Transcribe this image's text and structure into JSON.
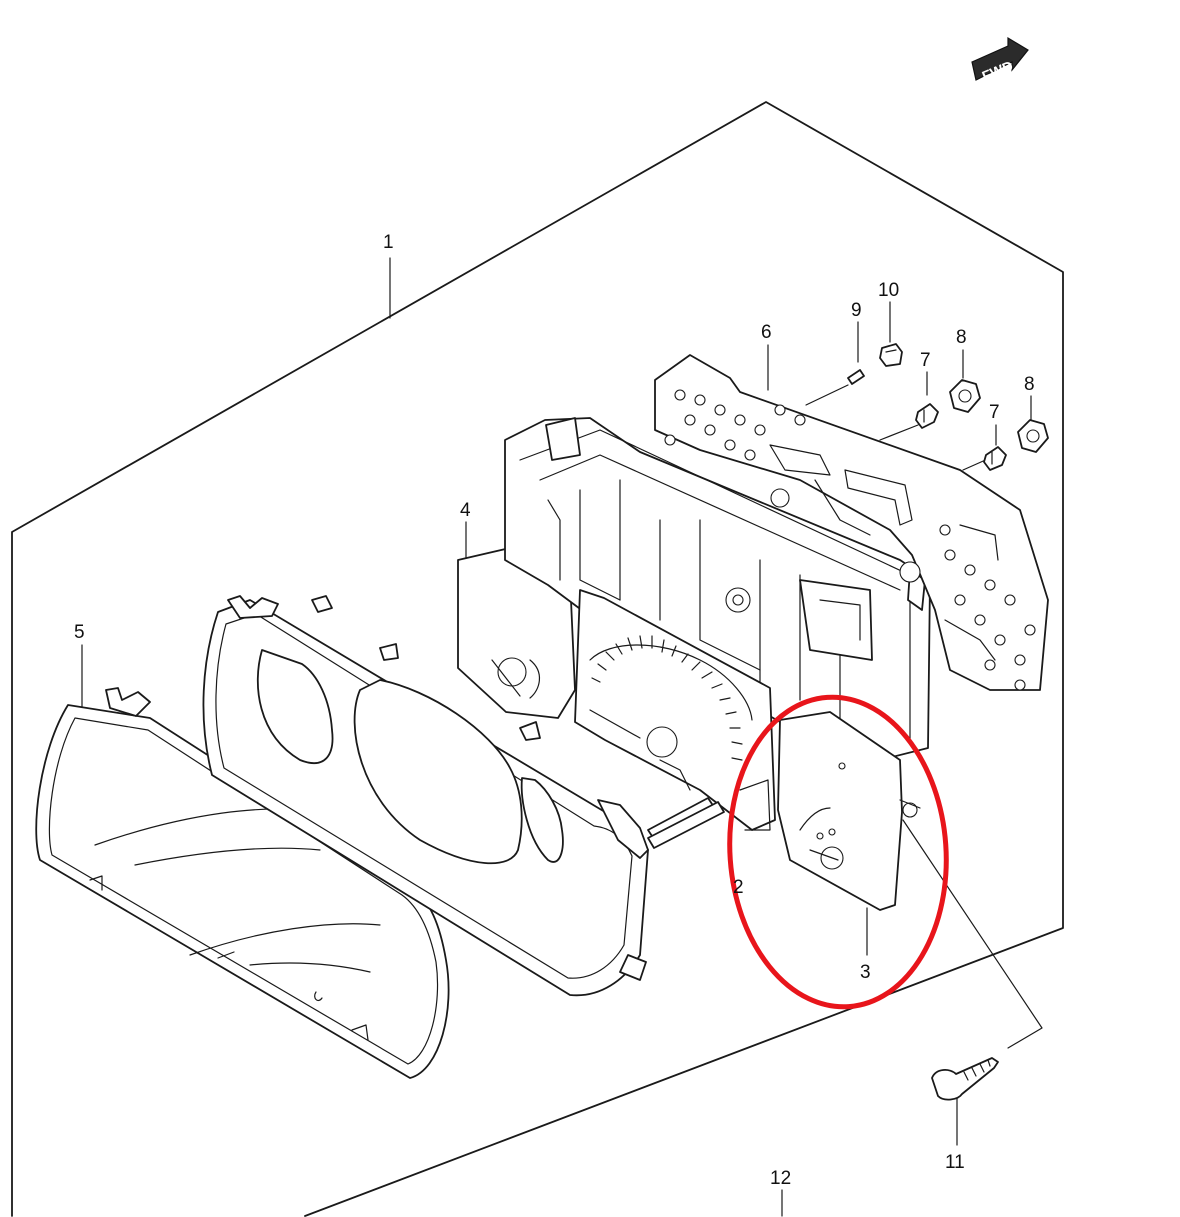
{
  "direction_badge": {
    "label": "FWD"
  },
  "callouts": [
    {
      "id": "1",
      "label": "1"
    },
    {
      "id": "2",
      "label": "2"
    },
    {
      "id": "3",
      "label": "3"
    },
    {
      "id": "4",
      "label": "4"
    },
    {
      "id": "5",
      "label": "5"
    },
    {
      "id": "6",
      "label": "6"
    },
    {
      "id": "7a",
      "label": "7"
    },
    {
      "id": "7b",
      "label": "7"
    },
    {
      "id": "8a",
      "label": "8"
    },
    {
      "id": "8b",
      "label": "8"
    },
    {
      "id": "9",
      "label": "9"
    },
    {
      "id": "10",
      "label": "10"
    },
    {
      "id": "11",
      "label": "11"
    },
    {
      "id": "12",
      "label": "12"
    }
  ],
  "highlight": {
    "color": "#e8151b",
    "target": "3"
  },
  "colors": {
    "line": "#1a1a1a",
    "background": "#ffffff"
  }
}
